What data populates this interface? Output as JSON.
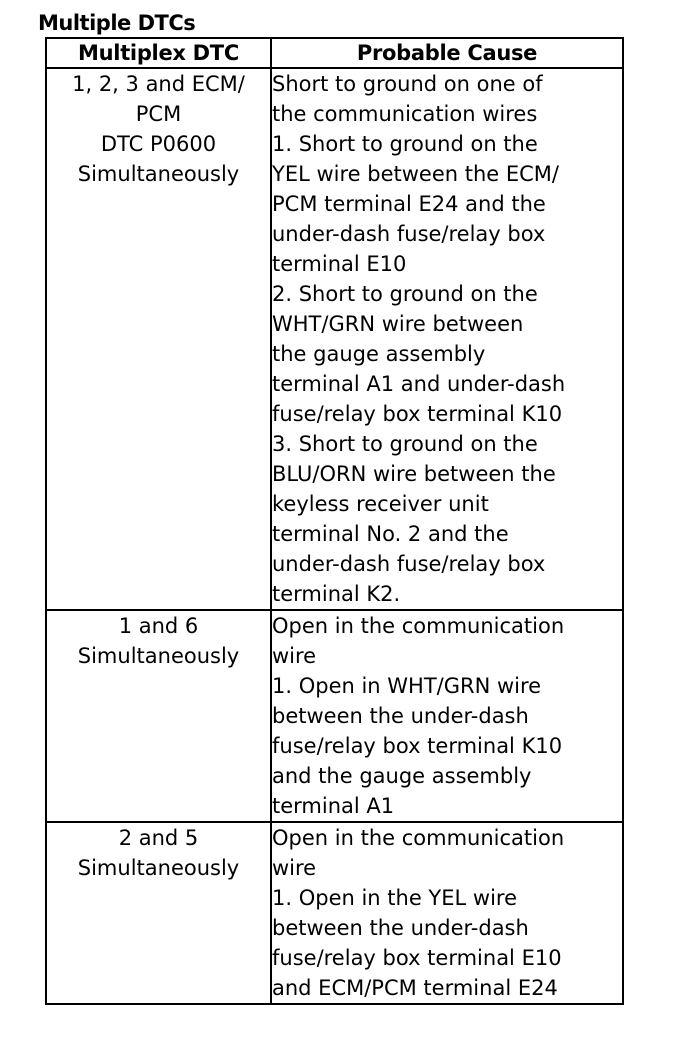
{
  "title": "Multiple DTCs",
  "table": {
    "headers": {
      "col1": "Multiplex DTC",
      "col2": "Probable Cause"
    },
    "rows": [
      {
        "dtc_lines": [
          "1, 2, 3 and ECM/",
          "PCM",
          "DTC P0600",
          "Simultaneously"
        ],
        "cause_lines": [
          "Short to ground on one of",
          "the communication wires",
          "1. Short to ground on the",
          "YEL wire between the ECM/",
          "PCM terminal E24 and the",
          "under-dash fuse/relay box",
          "terminal E10",
          "2. Short to ground on the",
          "WHT/GRN wire between",
          "the gauge assembly",
          "terminal A1 and under-dash",
          "fuse/relay box terminal K10",
          "3. Short to ground on the",
          "BLU/ORN wire between the",
          "keyless receiver unit",
          "terminal No. 2 and the",
          "under-dash fuse/relay box",
          "terminal K2."
        ]
      },
      {
        "dtc_lines": [
          "1 and 6",
          "Simultaneously"
        ],
        "cause_lines": [
          "Open in the communication",
          "wire",
          "1. Open in WHT/GRN wire",
          "between the under-dash",
          "fuse/relay box terminal K10",
          "and the gauge assembly",
          "terminal A1"
        ]
      },
      {
        "dtc_lines": [
          "2 and 5",
          "Simultaneously"
        ],
        "cause_lines": [
          "Open in the communication",
          "wire",
          "1. Open in the YEL wire",
          "between the under-dash",
          "fuse/relay box terminal E10",
          "and ECM/PCM terminal E24"
        ]
      }
    ]
  }
}
